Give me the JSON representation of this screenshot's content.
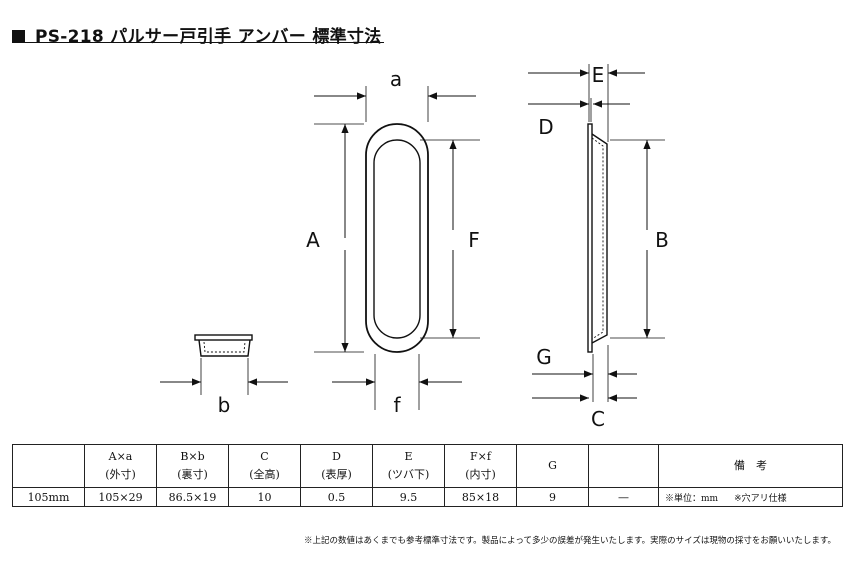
{
  "title": "PS-218 パルサー戸引手 アンバー 標準寸法",
  "labels": {
    "a": "a",
    "A": "A",
    "F": "F",
    "f": "f",
    "b": "b",
    "E": "E",
    "D": "D",
    "B": "B",
    "G": "G",
    "C": "C"
  },
  "table": {
    "headers": [
      {
        "l1": "",
        "l2": ""
      },
      {
        "l1": "A×a",
        "l2": "(外寸)"
      },
      {
        "l1": "B×b",
        "l2": "(裏寸)"
      },
      {
        "l1": "C",
        "l2": "(全高)"
      },
      {
        "l1": "D",
        "l2": "(表厚)"
      },
      {
        "l1": "E",
        "l2": "(ツバ下)"
      },
      {
        "l1": "F×f",
        "l2": "(内寸)"
      },
      {
        "l1": "G",
        "l2": ""
      },
      {
        "l1": "",
        "l2": ""
      },
      {
        "l1": "備　考",
        "l2": ""
      }
    ],
    "row": [
      "105mm",
      "105×29",
      "86.5×19",
      "10",
      "0.5",
      "9.5",
      "85×18",
      "9",
      "—"
    ],
    "note1": "※単位：mm",
    "note2": "※穴アリ仕様"
  },
  "footnote": "※上記の数値はあくまでも参考標準寸法です。製品によって多少の誤差が発生いたします。実際のサイズは現物の採寸をお願いいたします。"
}
